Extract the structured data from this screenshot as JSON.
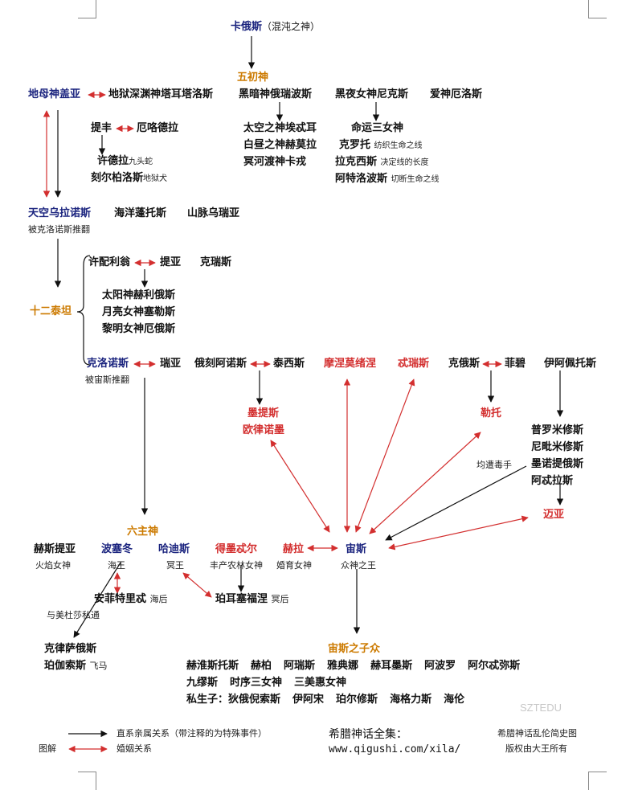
{
  "top": {
    "chaos": "卡俄斯",
    "chaos_note": "（混沌之神）",
    "five_gods": "五初神"
  },
  "gen1": {
    "gaia": "地母神盖亚",
    "tartarus": "地狱深渊神塔耳塔洛斯",
    "erebus": "黑暗神俄瑞波斯",
    "nyx": "黑夜女神尼克斯",
    "eros": "爱神厄洛斯"
  },
  "children": {
    "typhon": "提丰",
    "echidna": "厄咯德拉",
    "hydra": "许德拉",
    "hydra_note": "九头蛇",
    "cerberus": "刻尔柏洛斯",
    "cerberus_note": "地狱犬",
    "aether": "太空之神埃忒耳",
    "hemera": "白昼之神赫莫拉",
    "charon": "冥河渡神卡戎",
    "moirai": "命运三女神",
    "clotho": "克罗托",
    "clotho_note": "纺织生命之线",
    "lachesis": "拉克西斯",
    "lachesis_note": "决定线的长度",
    "atropos": "阿特洛波斯",
    "atropos_note": "切断生命之线"
  },
  "uranus_row": {
    "uranus": "天空乌拉诺斯",
    "uranus_note": "被克洛诺斯推翻",
    "pontus": "海洋蓬托斯",
    "ourea": "山脉乌瑞亚"
  },
  "titans": {
    "label": "十二泰坦",
    "hyperion": "许配利翁",
    "theia": "提亚",
    "crius": "克瑞斯",
    "helios": "太阳神赫利俄斯",
    "selene": "月亮女神塞勒斯",
    "eos": "黎明女神厄俄斯",
    "cronus": "克洛诺斯",
    "cronus_note": "被宙斯推翻",
    "rhea": "瑞亚",
    "iapetus": "俄刻阿诺斯",
    "tethys": "泰西斯",
    "mnemosyne": "摩涅莫绪涅",
    "themis": "忒瑞斯",
    "coeus": "克俄斯",
    "phoebe": "菲碧",
    "iapetos": "伊阿佩托斯"
  },
  "mid": {
    "metis_1": "墨提斯",
    "metis_2": "欧律诺墨",
    "leto": "勒托",
    "prometheus": "普罗米修斯",
    "epimetheus": "尼毗米修斯",
    "menoetius": "墨诺提俄斯",
    "atlas": "阿忒拉斯",
    "maia": "迈亚",
    "maia_note": "均遭毒手"
  },
  "olympians": {
    "label": "六主神",
    "hestia": "赫斯提亚",
    "hestia_note": "火焰女神",
    "poseidon": "波塞冬",
    "poseidon_note": "海王",
    "hades": "哈迪斯",
    "hades_note": "冥王",
    "demeter": "得墨忒尔",
    "demeter_note": "丰产农林女神",
    "hera": "赫拉",
    "hera_note": "婚育女神",
    "zeus": "宙斯",
    "zeus_note": "众神之王",
    "amphitrite": "安菲特里忒",
    "amphitrite_note": "海后",
    "persephone": "珀耳塞福涅",
    "persephone_note": "冥后",
    "medusa_note": "与美杜莎私通",
    "chrysaor": "克律萨俄斯",
    "pegasus": "珀伽索斯",
    "pegasus_note": "飞马"
  },
  "zeus_children": {
    "label": "宙斯之子众",
    "row1": [
      "赫淮斯托斯",
      "赫柏",
      "阿瑞斯",
      "雅典娜",
      "赫耳墨斯",
      "阿波罗",
      "阿尔忒弥斯"
    ],
    "row2": [
      "九缪斯",
      "时序三女神",
      "三美惠女神"
    ],
    "row3_label": "私生子：",
    "row3": [
      "狄俄倪索斯",
      "伊阿宋",
      "珀尔修斯",
      "海格力斯",
      "海伦"
    ]
  },
  "footer": {
    "legend_label": "图解",
    "legend_black": "直系亲属关系（带注释的为特殊事件）",
    "legend_red": "婚姻关系",
    "site_title": "希腊神话全集：",
    "site_url": "www.qigushi.com/xila/",
    "credit_1": "希腊神话乱伦简史图",
    "credit_2": "版权由大王所有",
    "watermark": "SZTEDU"
  },
  "colors": {
    "black_arrow": "#111111",
    "red_arrow": "#d32f2f",
    "blue_name": "#1a237e",
    "orange_label": "#cc7a00"
  }
}
